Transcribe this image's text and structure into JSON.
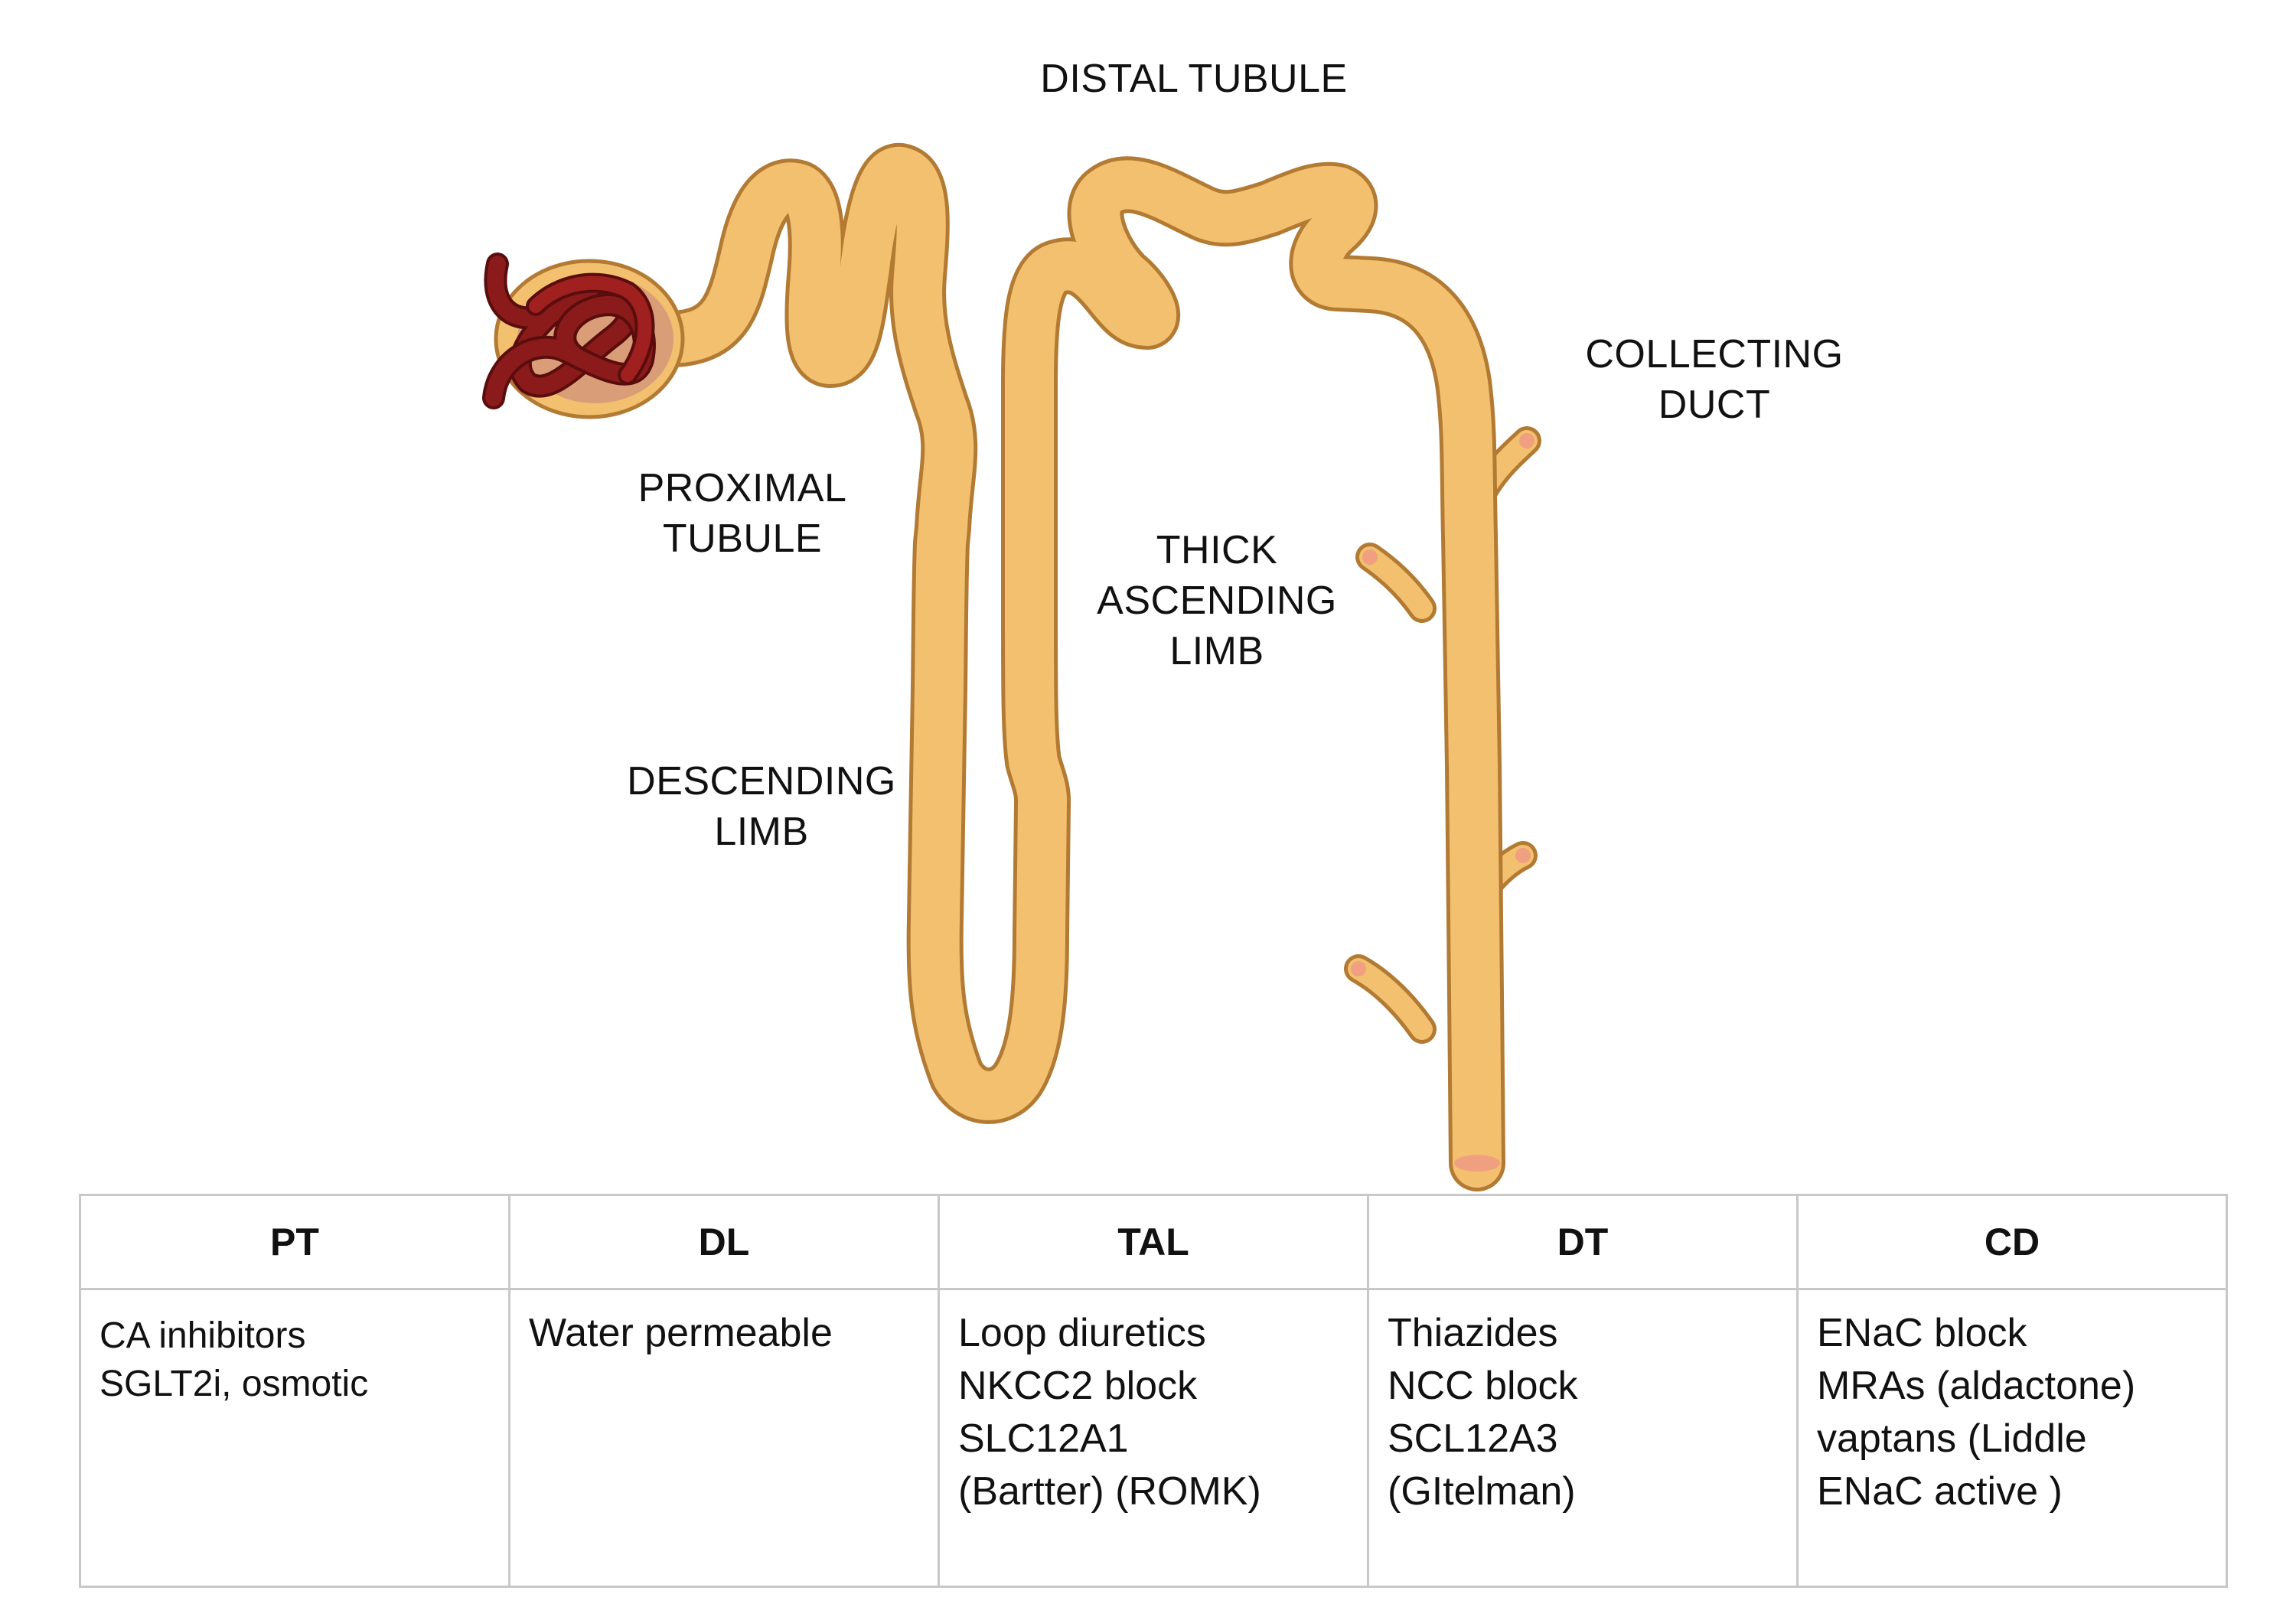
{
  "labels": {
    "distal": [
      "DISTAL TUBULE"
    ],
    "collecting": [
      "COLLECTING",
      "DUCT"
    ],
    "proximal": [
      "PROXIMAL",
      "TUBULE"
    ],
    "thick": [
      "THICK",
      "ASCENDING",
      "LIMB"
    ],
    "descending": [
      "DESCENDING",
      "LIMB"
    ]
  },
  "colors": {
    "tubule_fill": "#f2c06e",
    "tubule_outline": "#b27a33",
    "capsule_inner": "#d99e78",
    "glomerulus": "#8b1a1a",
    "glomerulus_outline": "#5a0d0d",
    "duct_end": "#f0a080",
    "table_border": "#c8c8c8"
  },
  "table": {
    "headers": [
      "PT",
      "DL",
      "TAL",
      "DT",
      "CD"
    ],
    "cells": [
      [
        "CA inhibitors",
        "SGLT2i, osmotic"
      ],
      [
        "Water permeable"
      ],
      [
        "Loop diuretics",
        "NKCC2 block",
        "SLC12A1",
        "(Bartter) (ROMK)"
      ],
      [
        "Thiazides",
        "NCC block",
        "SCL12A3",
        "(GItelman)"
      ],
      [
        "ENaC block",
        "MRAs (aldactone)",
        "vaptans (Liddle",
        "ENaC active )"
      ]
    ]
  }
}
